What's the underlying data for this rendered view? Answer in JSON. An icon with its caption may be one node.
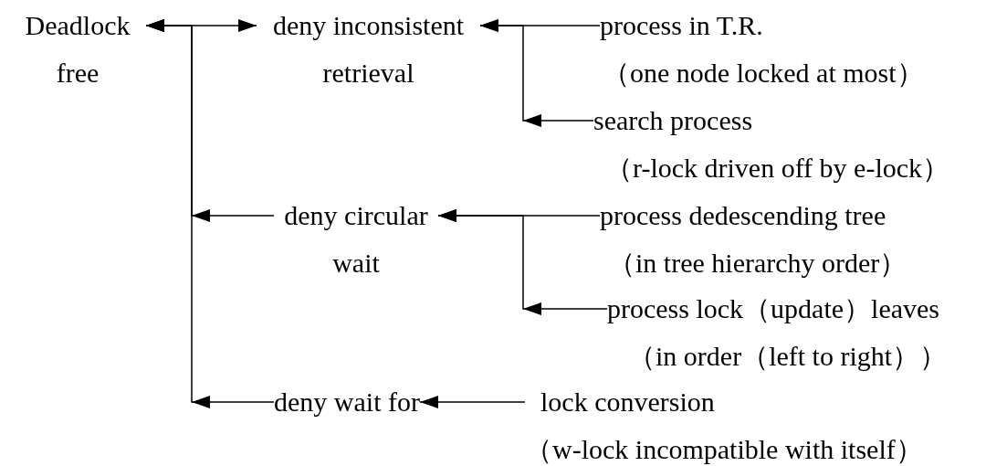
{
  "diagram": {
    "nodes": [
      {
        "text": [
          "Deadlock free"
        ]
      },
      {
        "text": [
          "deny inconsistent retrieval"
        ]
      },
      {
        "text": [
          "process in T.R.",
          "（one node locked at most）"
        ]
      },
      {
        "text": [
          "search process",
          "（r-lock driven off by e-lock）"
        ]
      },
      {
        "text": [
          "deny circular wait"
        ]
      },
      {
        "text": [
          "process dedescending tree",
          "（in tree hierarchy order）"
        ]
      },
      {
        "text": [
          "process lock（update）leaves",
          "（in order（left to right））"
        ]
      },
      {
        "text": [
          "deny wait for"
        ]
      },
      {
        "text": [
          "lock conversion",
          "（w-lock incompatible with itself）"
        ]
      }
    ],
    "edges": [
      {
        "from": 0,
        "to": 1,
        "arrow": "both"
      },
      {
        "from": 2,
        "to": 1,
        "arrow": "to"
      },
      {
        "from": 3,
        "to": 1,
        "arrow": "to"
      },
      {
        "from": 5,
        "to": 4,
        "arrow": "to"
      },
      {
        "from": 6,
        "to": 4,
        "arrow": "to"
      },
      {
        "from": 4,
        "to": 0,
        "arrow": "to"
      },
      {
        "from": 7,
        "to": 0,
        "arrow": "to"
      },
      {
        "from": 8,
        "to": 7,
        "arrow": "to"
      }
    ]
  }
}
